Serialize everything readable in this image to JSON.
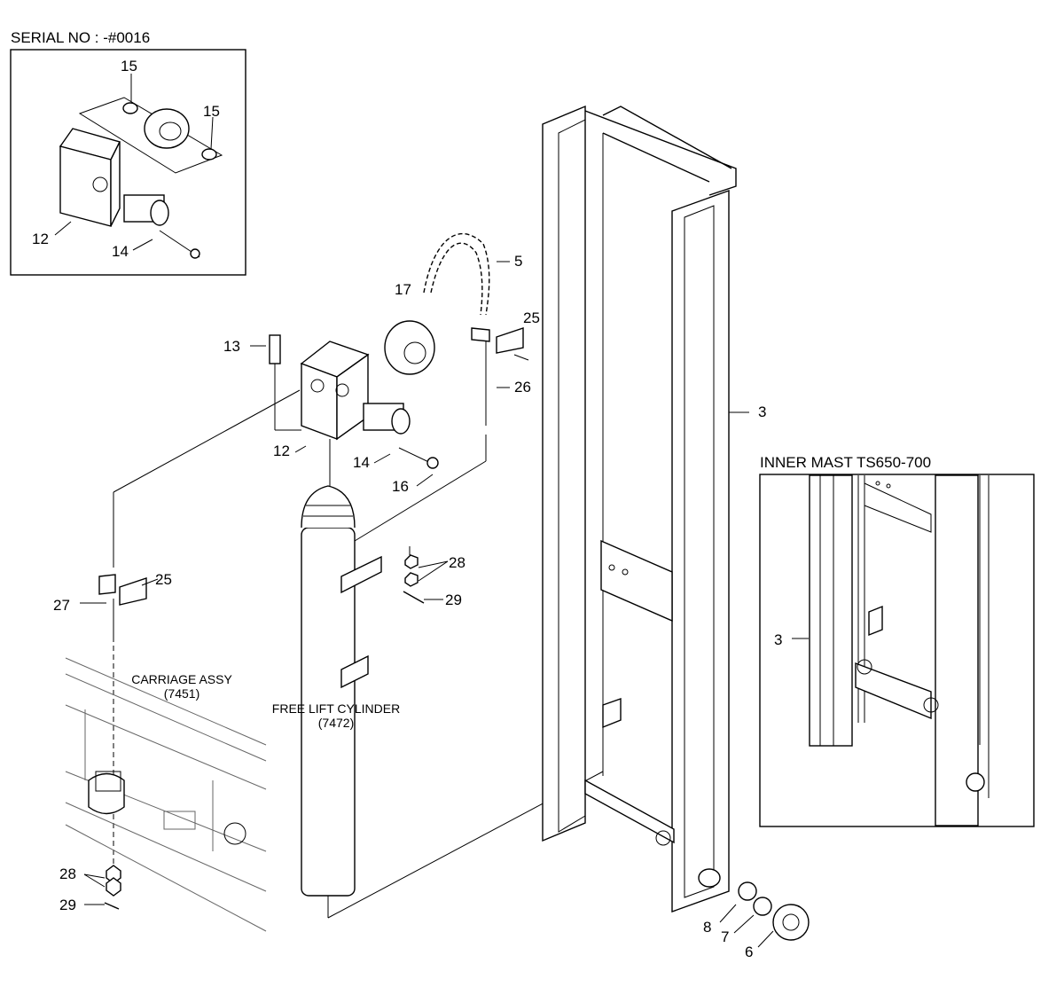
{
  "inset_serial": {
    "title": "SERIAL NO : -#0016"
  },
  "inset_mast": {
    "title": "INNER MAST TS650-700"
  },
  "callouts": {
    "c15a": "15",
    "c15b": "15",
    "c12a": "12",
    "c14a": "14",
    "c5": "5",
    "c17": "17",
    "c13": "13",
    "c25a": "25",
    "c26": "26",
    "c12b": "12",
    "c14b": "14",
    "c16": "16",
    "c3": "3",
    "c28a": "28",
    "c29a": "29",
    "c25b": "25",
    "c27": "27",
    "c28b": "28",
    "c29b": "29",
    "c8": "8",
    "c7": "7",
    "c6": "6",
    "c3b": "3"
  },
  "captions": {
    "carriage_name": "CARRIAGE ASSY",
    "carriage_code": "(7451)",
    "cylinder_name": "FREE LIFT CYLINDER",
    "cylinder_code": "(7472)"
  }
}
